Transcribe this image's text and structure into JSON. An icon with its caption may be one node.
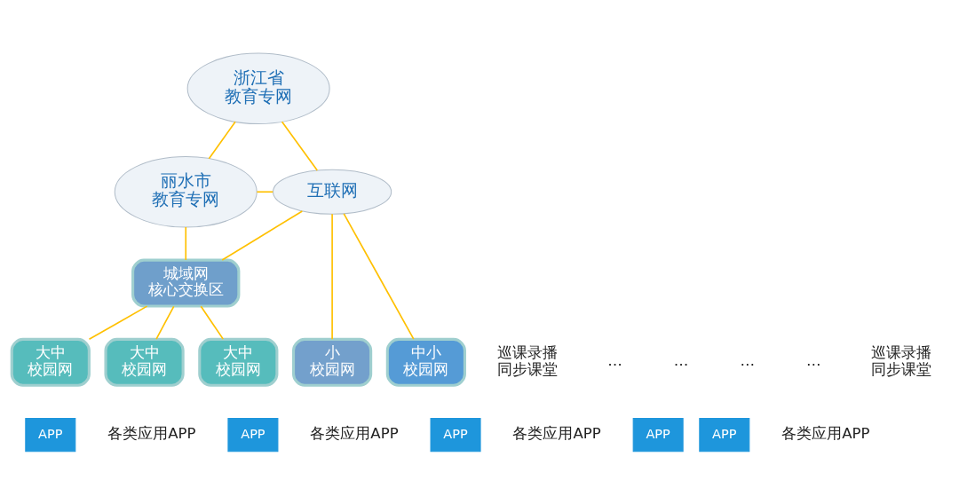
{
  "diagram": {
    "nodes": [
      {
        "text": [
          "浙江省教育专网"
        ]
      },
      {
        "text": [
          "互联网"
        ]
      },
      {
        "text": [
          "丽水市教育专网"
        ]
      },
      {
        "text": [
          "城域网核心交换区"
        ]
      },
      {
        "text": [
          "大中校园网"
        ]
      },
      {
        "text": [
          "大中校园网"
        ]
      },
      {
        "text": [
          "大中校园网"
        ]
      },
      {
        "text": [
          "中小校园网"
        ]
      },
      {
        "text": [
          "小校园网"
        ]
      }
    ],
    "edges": [
      {
        "from": 0,
        "to": 2,
        "arrow": "none"
      },
      {
        "from": 0,
        "to": 1,
        "arrow": "none"
      },
      {
        "from": 2,
        "to": 1,
        "arrow": "none"
      },
      {
        "from": 2,
        "to": 3,
        "arrow": "none"
      },
      {
        "from": 3,
        "to": 1,
        "arrow": "none"
      },
      {
        "from": 3,
        "to": 4,
        "arrow": "none"
      },
      {
        "from": 3,
        "to": 5,
        "arrow": "none"
      },
      {
        "from": 3,
        "to": 6,
        "arrow": "none"
      },
      {
        "from": 1,
        "to": 7,
        "arrow": "none"
      },
      {
        "from": 1,
        "to": 8,
        "arrow": "none"
      }
    ],
    "labels": [
      "巡课录播同步课堂",
      "巡课录播同步课堂",
      "…",
      "…",
      "…",
      "…",
      "APP",
      "APP",
      "APP",
      "APP",
      "APP",
      "各类应用APP",
      "各类应用APP",
      "各类应用APP",
      "各类应用APP"
    ]
  }
}
